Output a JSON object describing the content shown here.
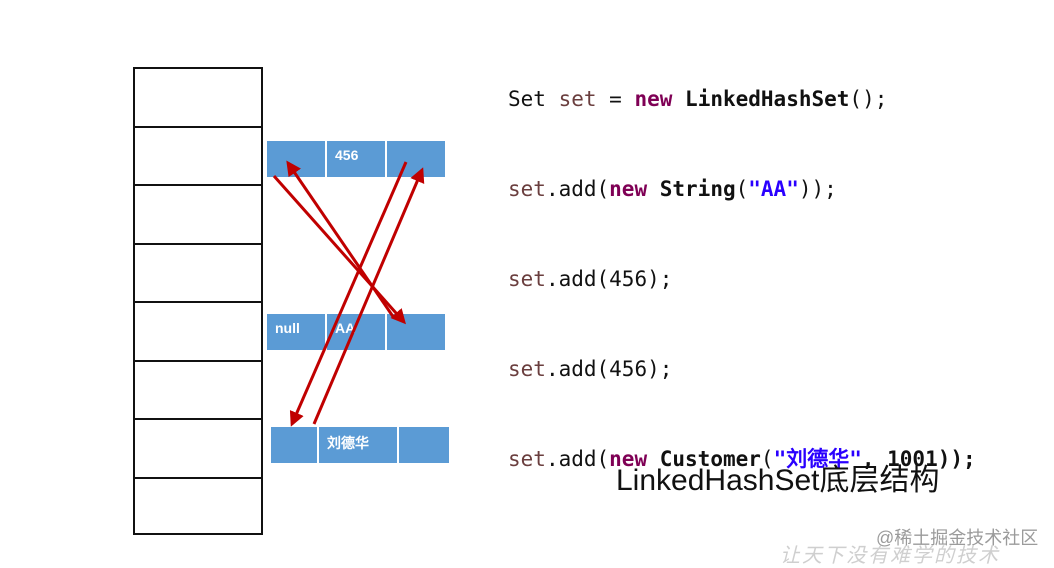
{
  "code": {
    "line1": {
      "t1": "Set ",
      "t2": "set",
      "t3": " = ",
      "t4": "new",
      "t5": " ",
      "t6": "LinkedHashSet",
      "t7": "();"
    },
    "line2": {
      "t1": "set",
      "t2": ".add(",
      "t3": "new",
      "t4": " ",
      "t5": "String",
      "t6": "(",
      "t7": "\"AA\"",
      "t8": "));"
    },
    "line3": {
      "t1": "set",
      "t2": ".add(456);"
    },
    "line4": {
      "t1": "set",
      "t2": ".add(456);"
    },
    "line5": {
      "t1": "set",
      "t2": ".add(",
      "t3": "new",
      "t4": " ",
      "t5": "Customer",
      "t6": "(",
      "t7": "\"刘德华\"",
      "t8": ", 1001));"
    }
  },
  "nodes": {
    "n456": {
      "mid": "456"
    },
    "naa": {
      "left": "null",
      "mid": "AA"
    },
    "nldh": {
      "mid": "刘德华"
    }
  },
  "caption": "LinkedHashSet底层结构",
  "watermark": {
    "line1": "@稀土掘金技术社区",
    "line2": "让天下没有难学的技术"
  },
  "colors": {
    "node_blue": "#5b9bd5",
    "arrow_red": "#c00000",
    "keyword": "#7f0055",
    "string": "#2a00ff"
  }
}
